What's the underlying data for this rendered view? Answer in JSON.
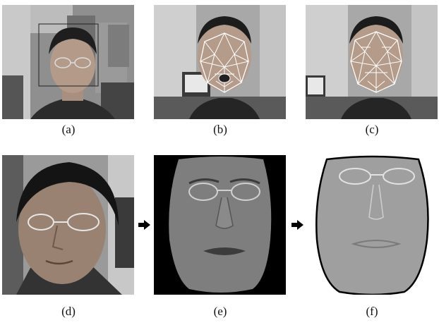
{
  "figure": {
    "panels": [
      {
        "id": "a",
        "caption": "(a)",
        "content": "webcam frame with face bounding box"
      },
      {
        "id": "b",
        "caption": "(b)",
        "content": "face mesh overlay"
      },
      {
        "id": "c",
        "caption": "(c)",
        "content": "face mesh overlay"
      },
      {
        "id": "d",
        "caption": "(d)",
        "content": "close-up face photo"
      },
      {
        "id": "e",
        "caption": "(e)",
        "content": "face texture on black background"
      },
      {
        "id": "f",
        "caption": "(f)",
        "content": "relief map with outline"
      }
    ]
  }
}
